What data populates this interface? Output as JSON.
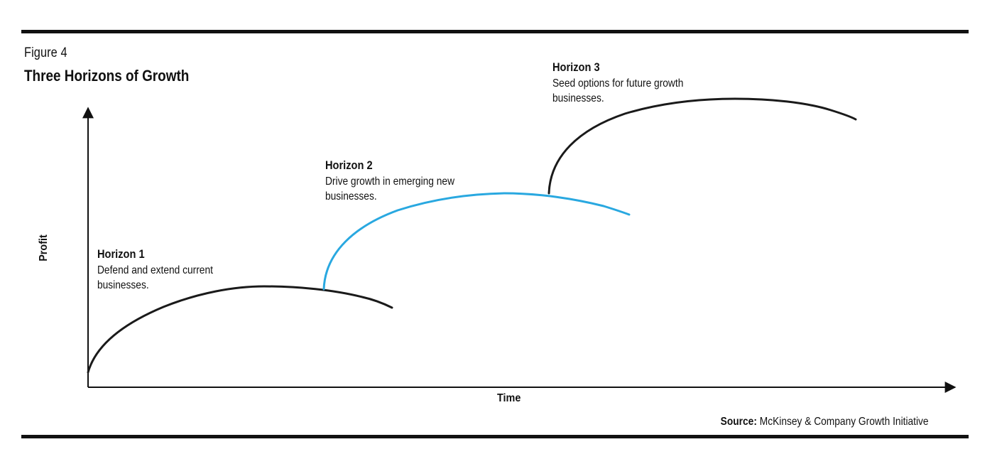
{
  "figure": {
    "label": "Figure 4",
    "title": "Three Horizons of Growth"
  },
  "axes": {
    "y_label": "Profit",
    "x_label": "Time"
  },
  "horizons": [
    {
      "title": "Horizon 1",
      "description": "Defend and extend current businesses.",
      "color": "#1a1a1a"
    },
    {
      "title": "Horizon 2",
      "description": "Drive growth in emerging new businesses.",
      "color": "#29a8e0"
    },
    {
      "title": "Horizon 3",
      "description": "Seed options for future growth businesses.",
      "color": "#1a1a1a"
    }
  ],
  "source": {
    "label": "Source:",
    "text": "McKinsey & Company Growth Initiative"
  }
}
